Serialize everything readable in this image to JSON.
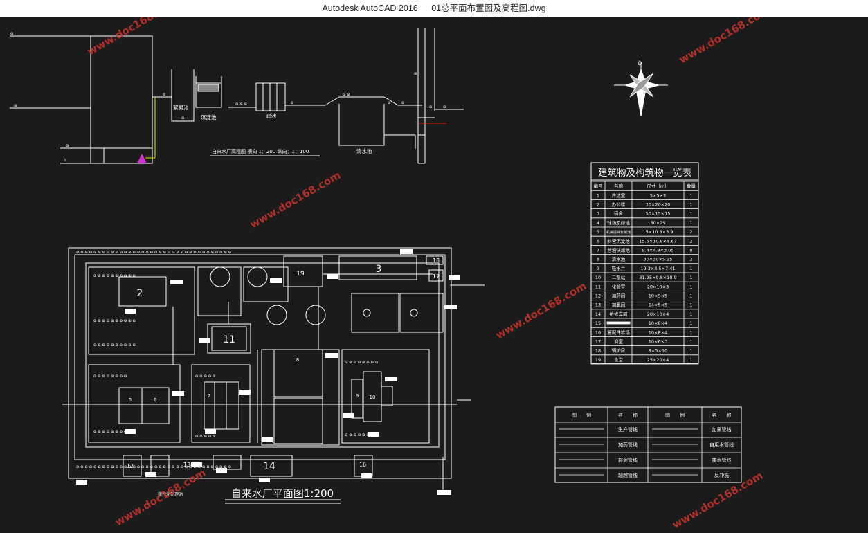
{
  "window": {
    "app_title": "Autodesk AutoCAD 2016",
    "file_title": "01总平面布置图及高程图.dwg"
  },
  "watermark": {
    "text": "www.doc168.com"
  },
  "colors": {
    "background": "#1b1b1b",
    "lines": "#ffffff",
    "watermark": "#c8342c",
    "accent_yellow": "#e6e600",
    "accent_magenta": "#cc33cc"
  },
  "elevation": {
    "caption": "自来水厂高程图 横向 1：200 纵向：1：100",
    "labels": {
      "mixing": "絮凝池",
      "settling": "沉淀池",
      "filter": "滤池",
      "clearwell": "清水池"
    }
  },
  "north_arrow": {
    "icon": "north-arrow-icon"
  },
  "building_table": {
    "title": "建筑物及构筑物一览表",
    "headers": [
      "编号",
      "名称",
      "尺寸（m）",
      "数量"
    ],
    "rows": [
      [
        "1",
        "传达室",
        "5×5×3",
        "1"
      ],
      [
        "2",
        "办公楼",
        "30×20×20",
        "1"
      ],
      [
        "3",
        "宿舍",
        "50×15×15",
        "1"
      ],
      [
        "4",
        "球场及绿地",
        "60×25",
        "1"
      ],
      [
        "5",
        "机械搅拌絮凝池",
        "15×10.8×3.9",
        "2"
      ],
      [
        "6",
        "斜管沉淀池",
        "15.5×10.8×4.67",
        "2"
      ],
      [
        "7",
        "普通快滤池",
        "9.4×4.8×3.05",
        "8"
      ],
      [
        "8",
        "清水池",
        "30×30×5.25",
        "2"
      ],
      [
        "9",
        "吸水井",
        "19.3×4.5×7.41",
        "1"
      ],
      [
        "10",
        "二泵站",
        "31.95×9.8×10.9",
        "1"
      ],
      [
        "11",
        "化验室",
        "20×10×3",
        "1"
      ],
      [
        "12",
        "加药间",
        "10×9×5",
        "1"
      ],
      [
        "13",
        "加氯间",
        "14×5×5",
        "1"
      ],
      [
        "14",
        "维修车间",
        "20×10×4",
        "1"
      ],
      [
        "15",
        "",
        "10×8×4",
        "1"
      ],
      [
        "16",
        "管配件堆场",
        "10×8×4",
        "1"
      ],
      [
        "17",
        "浴室",
        "10×6×3",
        "1"
      ],
      [
        "18",
        "锅炉房",
        "8×5×10",
        "1"
      ],
      [
        "19",
        "食堂",
        "25×20×4",
        "1"
      ]
    ]
  },
  "legend_table": {
    "headers": [
      "图　　例",
      "名　　称",
      "图　　例",
      "名　　称"
    ],
    "rows": [
      [
        "生产管线",
        "加氯管线"
      ],
      [
        "加药管线",
        "自用水管线"
      ],
      [
        "排泥管线",
        "排水管线"
      ],
      [
        "超越管线",
        "反冲洗"
      ]
    ]
  },
  "plan": {
    "title": "自来水厂平面图1:200",
    "subnote": "接污泥处理池",
    "labels": {
      "b2": "2",
      "b3": "3",
      "b19": "19",
      "b11": "11",
      "b5": "5",
      "b6": "6",
      "b7": "7",
      "b8": "8",
      "b9": "9",
      "b10": "10",
      "b12": "12",
      "b13": "13",
      "b14": "14",
      "b16": "16",
      "b17": "17",
      "b18": "18"
    }
  }
}
